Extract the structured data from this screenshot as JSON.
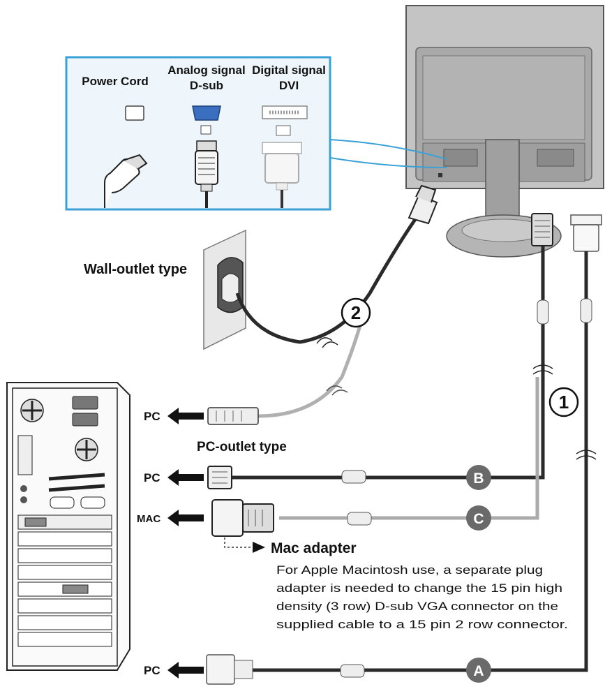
{
  "inset": {
    "power_cord": "Power Cord",
    "analog_line1": "Analog signal",
    "analog_line2": "D-sub",
    "digital_line1": "Digital signal",
    "digital_line2": "DVI"
  },
  "labels": {
    "wall_outlet": "Wall-outlet type",
    "pc_outlet": "PC-outlet type",
    "pc": "PC",
    "mac": "MAC"
  },
  "callouts": {
    "power_step": "2",
    "signal_step": "1",
    "cable_a": "A",
    "cable_b": "B",
    "cable_c": "C"
  },
  "mac_adapter": {
    "title": "Mac adapter",
    "lines": [
      "For Apple Macintosh use, a  separate plug",
      "adapter is needed to change the 15 pin high",
      "density (3 row) D-sub VGA connector on the",
      "supplied cable to a 15 pin  2 row connector."
    ]
  },
  "colors": {
    "inset_border": "#3aa0d8",
    "inset_bg": "#eef6fb",
    "cable_dark": "#2a2a2a",
    "cable_light": "#b0b0b0",
    "badge": "#6a6a6a",
    "monitor": "#bdbdbd"
  }
}
